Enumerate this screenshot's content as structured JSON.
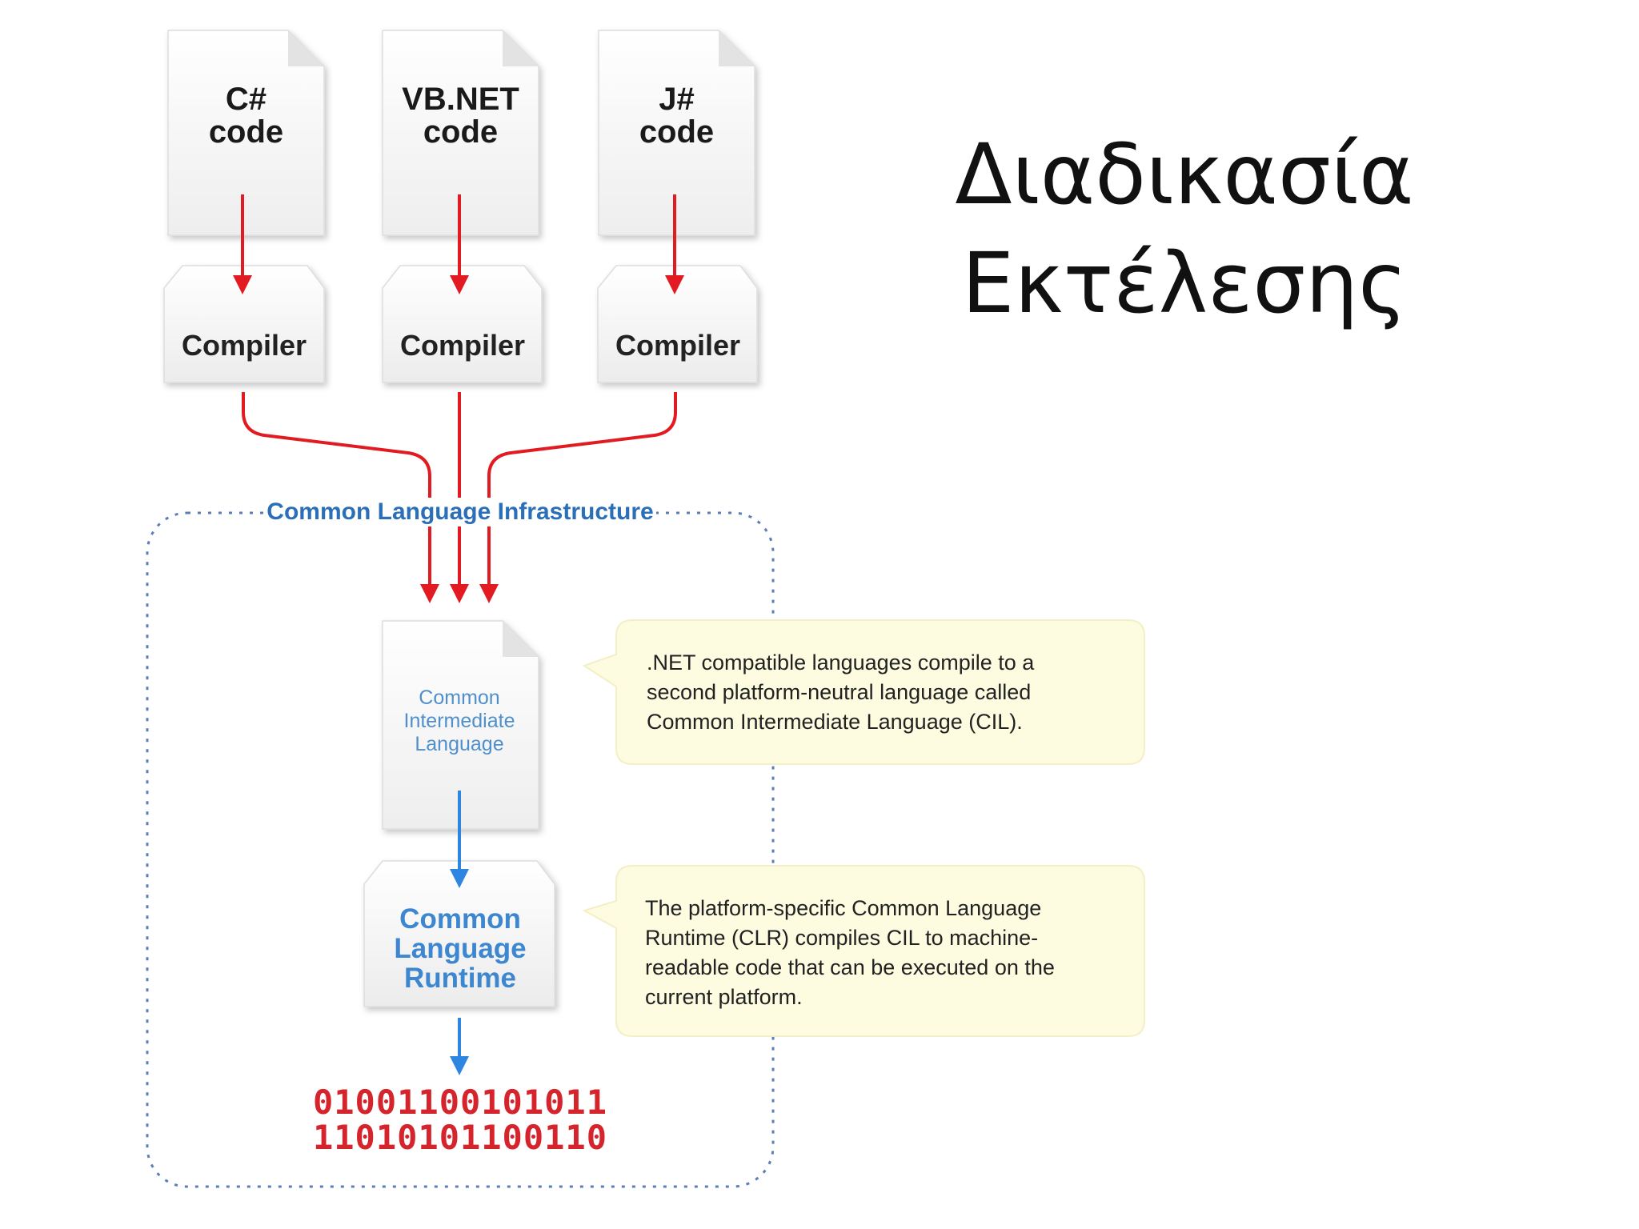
{
  "slide": {
    "title_line1": "Διαδικασία",
    "title_line2": "Εκτέλεσης"
  },
  "sources": [
    {
      "line1": "C#",
      "line2": "code"
    },
    {
      "line1": "VB.NET",
      "line2": "code"
    },
    {
      "line1": "J#",
      "line2": "code"
    }
  ],
  "compilers": [
    "Compiler",
    "Compiler",
    "Compiler"
  ],
  "infrastructure": {
    "label": "Common Language Infrastructure"
  },
  "cil": {
    "line1": "Common",
    "line2": "Intermediate",
    "line3": "Language"
  },
  "clr": {
    "line1": "Common",
    "line2": "Language",
    "line3": "Runtime"
  },
  "output": {
    "line1": "01001100101011",
    "line2": "11010101100110"
  },
  "notes": {
    "cil_note": {
      "line1": ".NET compatible languages compile to a",
      "line2": "second platform-neutral language called",
      "line3": "Common Intermediate Language (CIL)."
    },
    "clr_note": {
      "line1": "The platform-specific Common Language",
      "line2": "Runtime (CLR) compiles CIL to machine-",
      "line3": "readable code that can be executed on the",
      "line4": "current platform."
    }
  },
  "colors": {
    "red_arrow": "#e21b23",
    "blue_arrow": "#2f86e0",
    "cli_border": "#5a7fb5",
    "note_fill": "#fdfbe0",
    "box_fill": "#f7f7f7"
  }
}
